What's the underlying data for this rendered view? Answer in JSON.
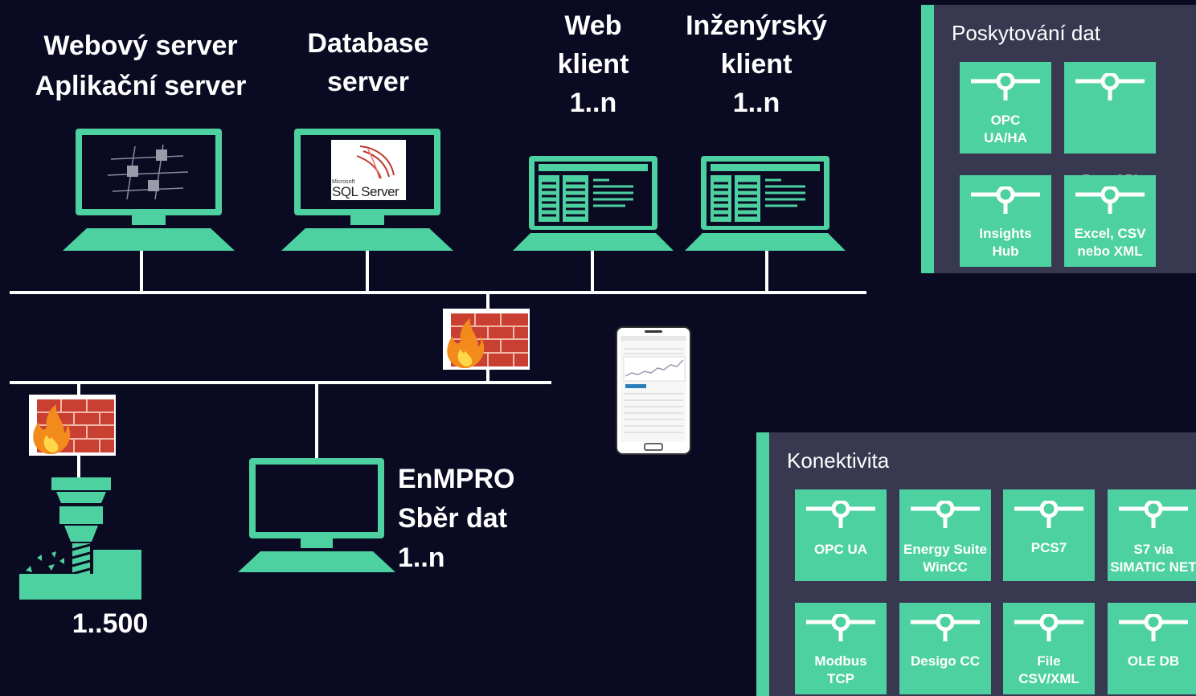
{
  "labels": {
    "web_app_server": "Webový server\nAplikační server",
    "db_server": "Database\nserver",
    "web_client": "Web\nklient\n1..n",
    "eng_client": "Inženýrský\nklient\n1..n",
    "enmpro": "EnMPRO\nSběr dat\n1..n",
    "machines": "1..500"
  },
  "sql_logo": {
    "vendor": "Microsoft",
    "product": "SQL Server"
  },
  "data_panel": {
    "title": "Poskytování dat",
    "tiles": [
      "OPC\nUA/HA",
      "Rest API",
      "Insights\nHub",
      "Excel, CSV\nnebo XML"
    ]
  },
  "connectivity_panel": {
    "title": "Konektivita",
    "tiles": [
      "OPC UA",
      "Energy Suite\nWinCC",
      "PCS7",
      "S7 via\nSIMATIC NET",
      "Modbus\nTCP",
      "Desigo CC",
      "File\nCSV/XML",
      "OLE DB"
    ]
  },
  "colors": {
    "accent": "#4ed1a1",
    "background": "#0a0a22",
    "panel": "#383850"
  }
}
